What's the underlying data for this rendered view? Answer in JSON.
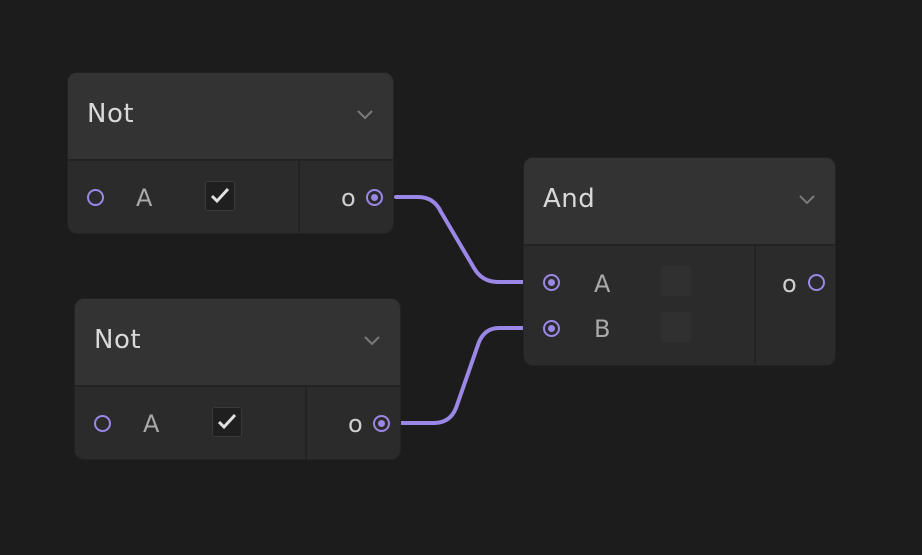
{
  "colors": {
    "background": "#1c1c1c",
    "node_body": "#2b2b2b",
    "node_header": "#333333",
    "wire": "#9a87e6",
    "port": "#9a87e6"
  },
  "nodes": {
    "not1": {
      "title": "Not",
      "inputs": [
        {
          "label": "A",
          "checked": true,
          "connected": false
        }
      ],
      "output": {
        "label": "o",
        "connected": true
      }
    },
    "not2": {
      "title": "Not",
      "inputs": [
        {
          "label": "A",
          "checked": true,
          "connected": false
        }
      ],
      "output": {
        "label": "o",
        "connected": true
      }
    },
    "and": {
      "title": "And",
      "inputs": [
        {
          "label": "A",
          "checked": false,
          "connected": true
        },
        {
          "label": "B",
          "checked": false,
          "connected": true
        }
      ],
      "output": {
        "label": "o",
        "connected": false
      }
    }
  },
  "icons": {
    "collapse": "chevron-down-icon",
    "check": "checkmark-icon"
  }
}
